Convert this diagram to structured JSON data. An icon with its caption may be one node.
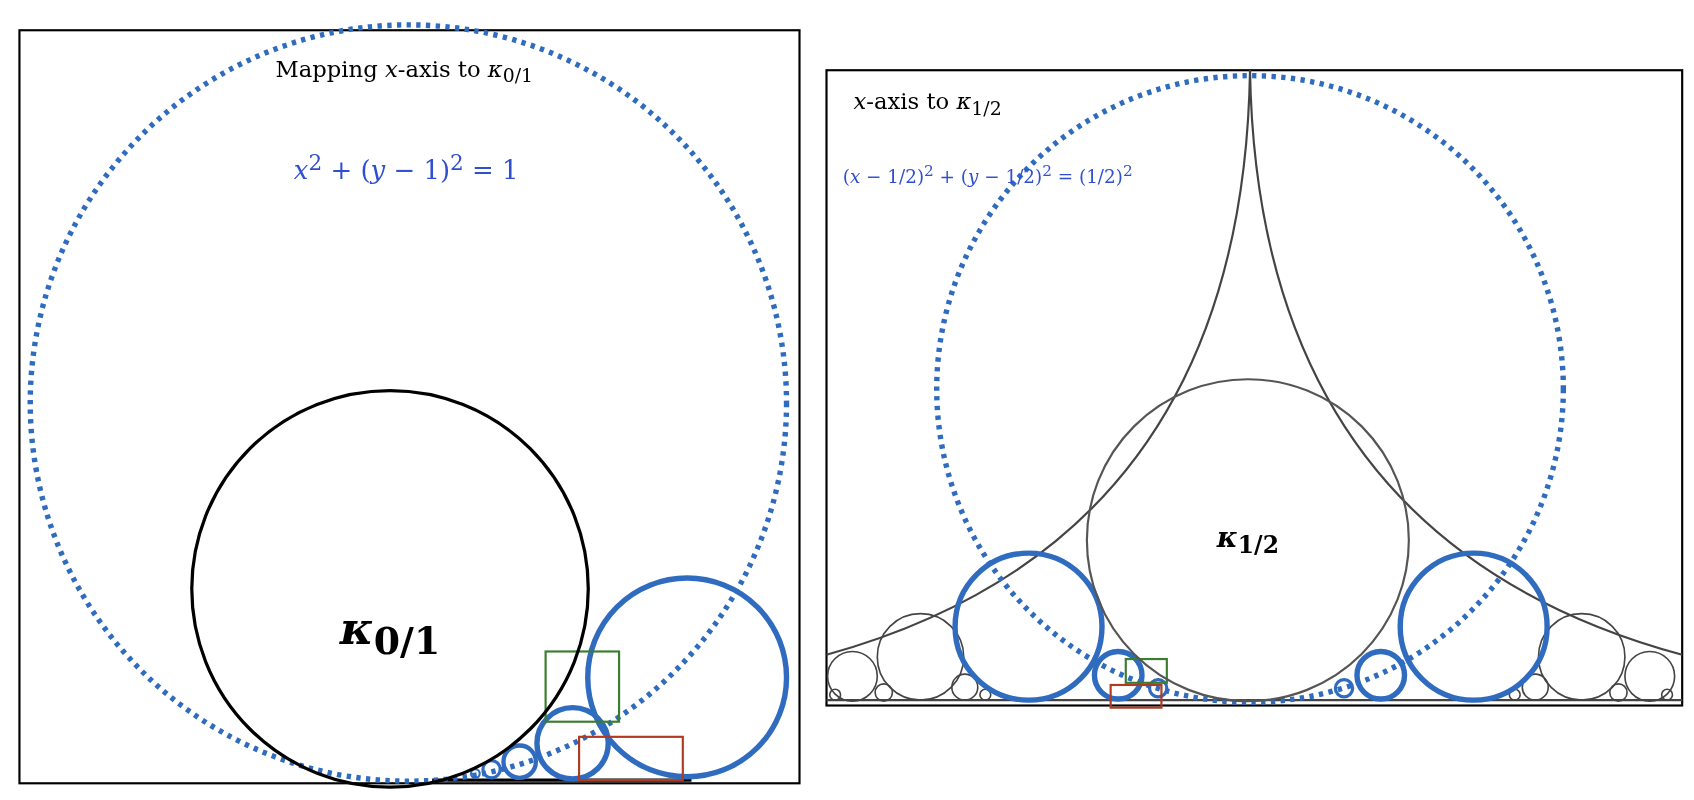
{
  "diagram": {
    "nodes": [
      {
        "text": [
          "*κ*$_{0/1}$"
        ]
      },
      {
        "text": [
          "*κ*$_{1/2}$"
        ]
      }
    ],
    "labels": [
      "Mapping *x*-axis to *κ*$_{0/1}$",
      "*x*$^{2}$ + (*y* − 1)$^{2}$ = 1",
      "*x*-axis to *κ*$_{1/2}$",
      "(*x* − 1/2)$^{2}$ + (*y* − 1/2)$^{2}$ = (1/2)$^{2}$"
    ]
  }
}
